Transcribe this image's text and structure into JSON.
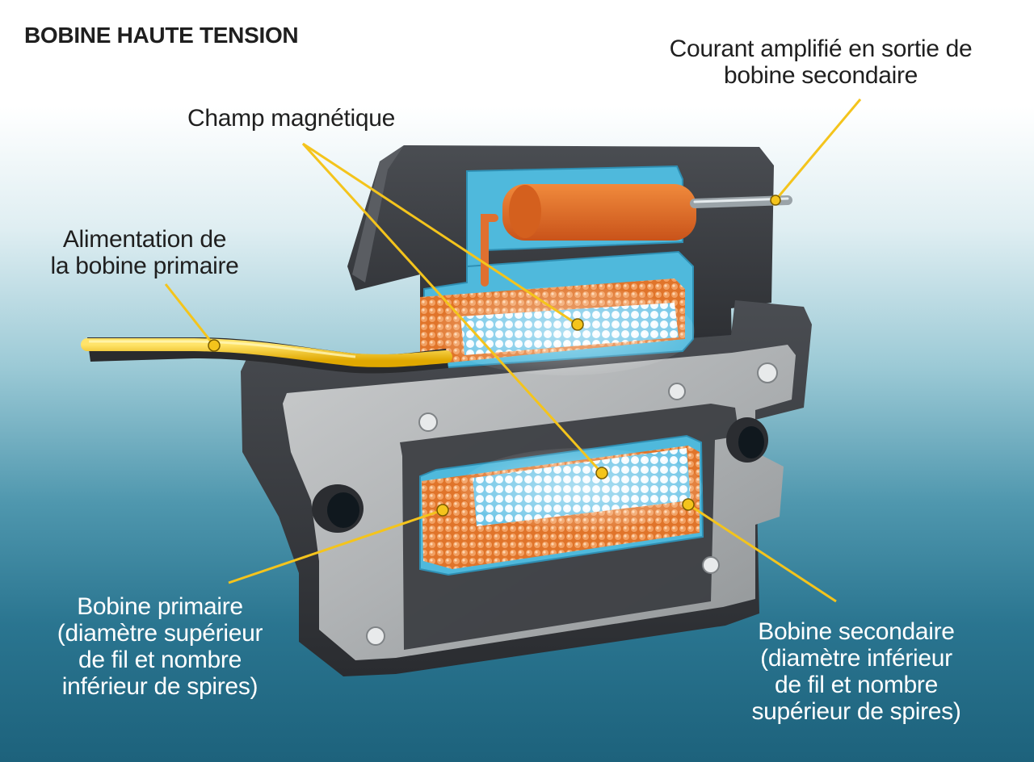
{
  "title": "BOBINE HAUTE TENSION",
  "labels": {
    "current_out": [
      "Courant amplifié en sortie de",
      "bobine secondaire"
    ],
    "magnetic_field": [
      "Champ magnétique"
    ],
    "primary_feed": [
      "Alimentation de",
      "la bobine primaire"
    ],
    "primary_coil": [
      "Bobine primaire",
      "(diamètre supérieur",
      "de fil et nombre",
      "inférieur de spires)"
    ],
    "secondary_coil": [
      "Bobine secondaire",
      "(diamètre inférieur",
      "de fil et nombre",
      "supérieur de spires)"
    ]
  },
  "colors": {
    "leader": "#f4c41c",
    "wire": "#f5c20f",
    "casing": "#3a3d42",
    "core": "#b4b7b9",
    "insulator": "#4fb9dc",
    "copper": "#e8792c",
    "hv_capsule": "#e36a22"
  }
}
